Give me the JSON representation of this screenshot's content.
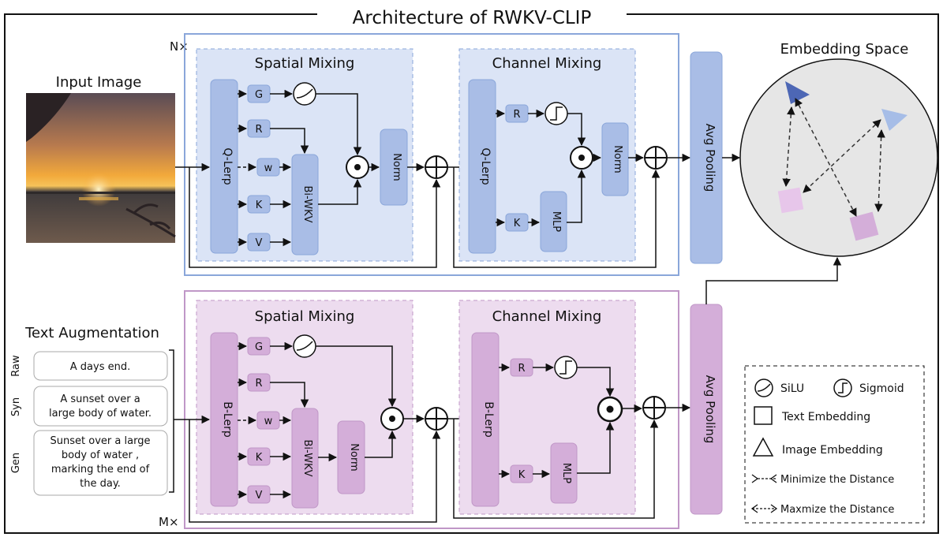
{
  "title": "Architecture of RWKV-CLIP",
  "image_branch": {
    "repeat": "N×",
    "input_label": "Input Image",
    "spatial_title": "Spatial Mixing",
    "channel_title": "Channel Mixing",
    "lerp": "Q-Lerp",
    "gates": [
      "G",
      "R",
      "w",
      "K",
      "V"
    ],
    "wkv": "Bi-WKV",
    "norm": "Norm",
    "ch_lerp": "Q-Lerp",
    "ch_r": "R",
    "ch_k": "K",
    "mlp": "MLP",
    "ch_norm": "Norm",
    "pool": "Avg Pooling"
  },
  "text_branch": {
    "repeat": "M×",
    "aug_title": "Text Augmentation",
    "aug_items": [
      {
        "tag": "Raw",
        "text": [
          "A days end."
        ]
      },
      {
        "tag": "Syn",
        "text": [
          "A sunset over a",
          "large body of water."
        ]
      },
      {
        "tag": "Gen",
        "text": [
          "Sunset over a large",
          "body of water ,",
          "marking the end of",
          "the day."
        ]
      }
    ],
    "spatial_title": "Spatial Mixing",
    "channel_title": "Channel Mixing",
    "lerp": "B-Lerp",
    "gates": [
      "G",
      "R",
      "w",
      "K",
      "V"
    ],
    "wkv": "Bi-WKV",
    "norm": "Norm",
    "ch_lerp": "B-Lerp",
    "ch_r": "R",
    "ch_k": "K",
    "mlp": "MLP",
    "pool": "Avg Pooling"
  },
  "embedding": {
    "title": "Embedding Space"
  },
  "legend": {
    "silu": "SiLU",
    "sigmoid": "Sigmoid",
    "text_emb": "Text Embedding",
    "image_emb": "Image Embedding",
    "minimize": "Minimize the Distance",
    "maximize": "Maxmize the Distance"
  },
  "colors": {
    "blue_panel": "#dbe4f6",
    "blue_box": "#a9bde6",
    "blue_stroke": "#8aa6da",
    "purple_panel": "#eddcef",
    "purple_box": "#d4aed9",
    "purple_stroke": "#c097c7",
    "embed_circle": "#e6e6e6"
  },
  "icons": [
    "silu-icon",
    "sigmoid-icon",
    "multiply-icon",
    "add-icon",
    "sunset-photo"
  ]
}
